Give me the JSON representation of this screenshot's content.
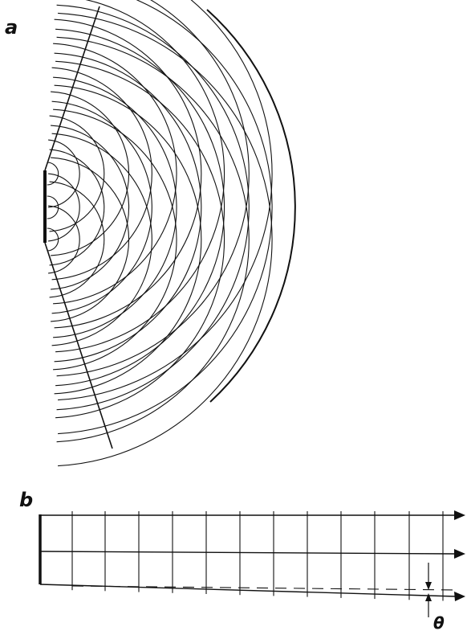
{
  "figure": {
    "panel_a": {
      "label": "a"
    },
    "panel_b": {
      "label": "b",
      "angle_symbol": "θ"
    },
    "colors": {
      "ink": "#111111",
      "background": "#ffffff"
    }
  }
}
